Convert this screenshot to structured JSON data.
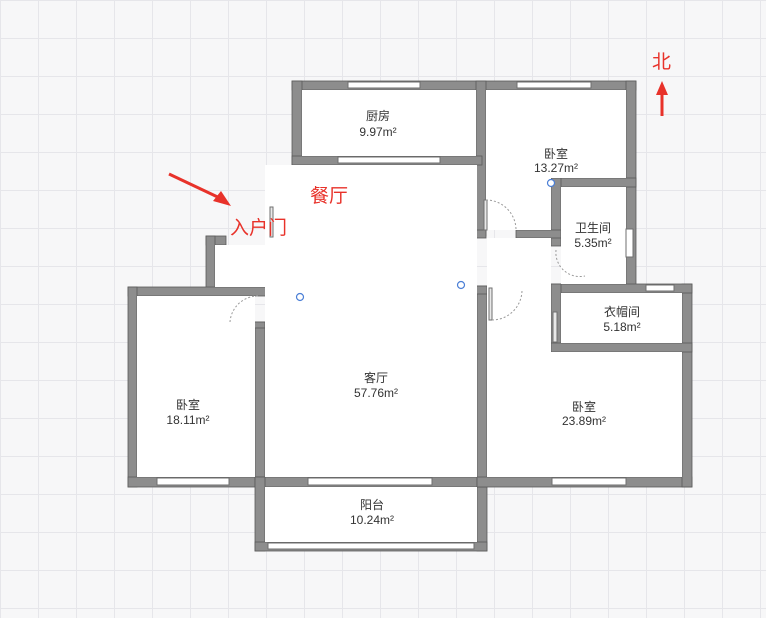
{
  "compass": {
    "label": "北"
  },
  "annotations": {
    "entrance": "入户门",
    "dining": "餐厅"
  },
  "rooms": [
    {
      "id": "kitchen",
      "name": "厨房",
      "area": "9.97m²"
    },
    {
      "id": "bedroom-ne",
      "name": "卧室",
      "area": "13.27m²"
    },
    {
      "id": "bathroom",
      "name": "卫生间",
      "area": "5.35m²"
    },
    {
      "id": "cloakroom",
      "name": "衣帽间",
      "area": "5.18m²"
    },
    {
      "id": "bedroom-w",
      "name": "卧室",
      "area": "18.11m²"
    },
    {
      "id": "living",
      "name": "客厅",
      "area": "57.76m²"
    },
    {
      "id": "bedroom-se",
      "name": "卧室",
      "area": "23.89m²"
    },
    {
      "id": "balcony",
      "name": "阳台",
      "area": "10.24m²"
    }
  ],
  "colors": {
    "wall": "#8d8d8d",
    "annotation": "#e8322a",
    "handle": "#4b7fd6"
  }
}
